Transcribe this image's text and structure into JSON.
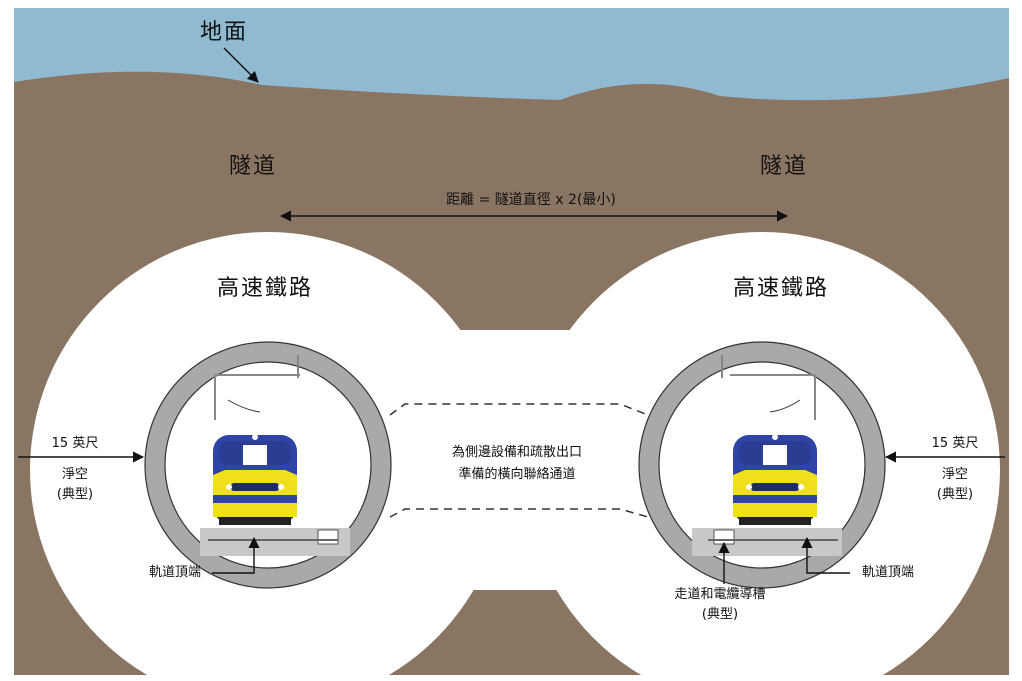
{
  "labels": {
    "ground": "地面",
    "tunnel_left": "隧道",
    "tunnel_right": "隧道",
    "distance": "距離 = 隧道直徑 x 2(最小)",
    "rail_left": "高速鐵路",
    "rail_right": "高速鐵路",
    "passage_line1": "為側邊設備和疏散出口",
    "passage_line2": "準備的橫向聯絡通道",
    "clearance_left": {
      "size": "15 英尺",
      "word": "淨空",
      "note": "(典型)"
    },
    "clearance_right": {
      "size": "15 英尺",
      "word": "淨空",
      "note": "(典型)"
    },
    "rail_top_left": "軌道頂端",
    "rail_top_right": "軌道頂端",
    "walkway_line1": "走道和電纜導槽",
    "walkway_line2": "(典型)"
  },
  "colors": {
    "sky": "#8fbad1",
    "earth": "#8a7462",
    "bore": "#ffffff",
    "lining": "#a9a9a9",
    "train_blue": "#2f44a8",
    "train_yellow": "#f0df1c",
    "text": "#111111"
  }
}
